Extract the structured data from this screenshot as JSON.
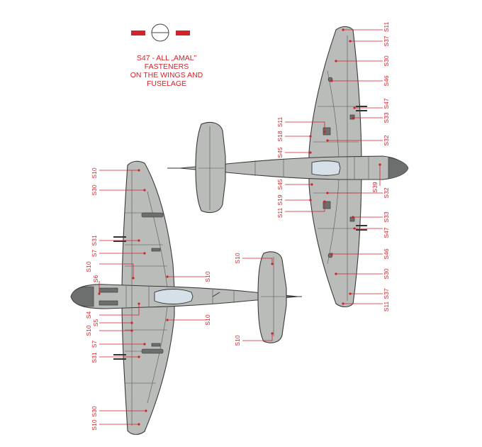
{
  "legend": {
    "note_lines": [
      "S47 - ALL „AMAL”",
      "FASTENERS",
      "ON THE WINGS AND",
      "FUSELAGE"
    ],
    "colors": {
      "accent_red": "#d2232a",
      "skin_grey": "#b9bcb9",
      "outline": "#3a3a3a",
      "canopy": "#d6e0e8"
    }
  },
  "left_aircraft": {
    "labels": [
      "S10",
      "S30",
      "S31",
      "S7",
      "S10",
      "S6",
      "S4",
      "S5",
      "S10",
      "S7",
      "S31",
      "S30",
      "S10",
      "S10",
      "S10",
      "S10",
      "S10"
    ]
  },
  "right_aircraft": {
    "labels": [
      "S11",
      "S37",
      "S30",
      "S46",
      "S47",
      "S33",
      "S32",
      "S11",
      "S18",
      "S45",
      "S39",
      "S45",
      "S19",
      "S11",
      "S32",
      "S33",
      "S47",
      "S46",
      "S30",
      "S37",
      "S11"
    ]
  }
}
